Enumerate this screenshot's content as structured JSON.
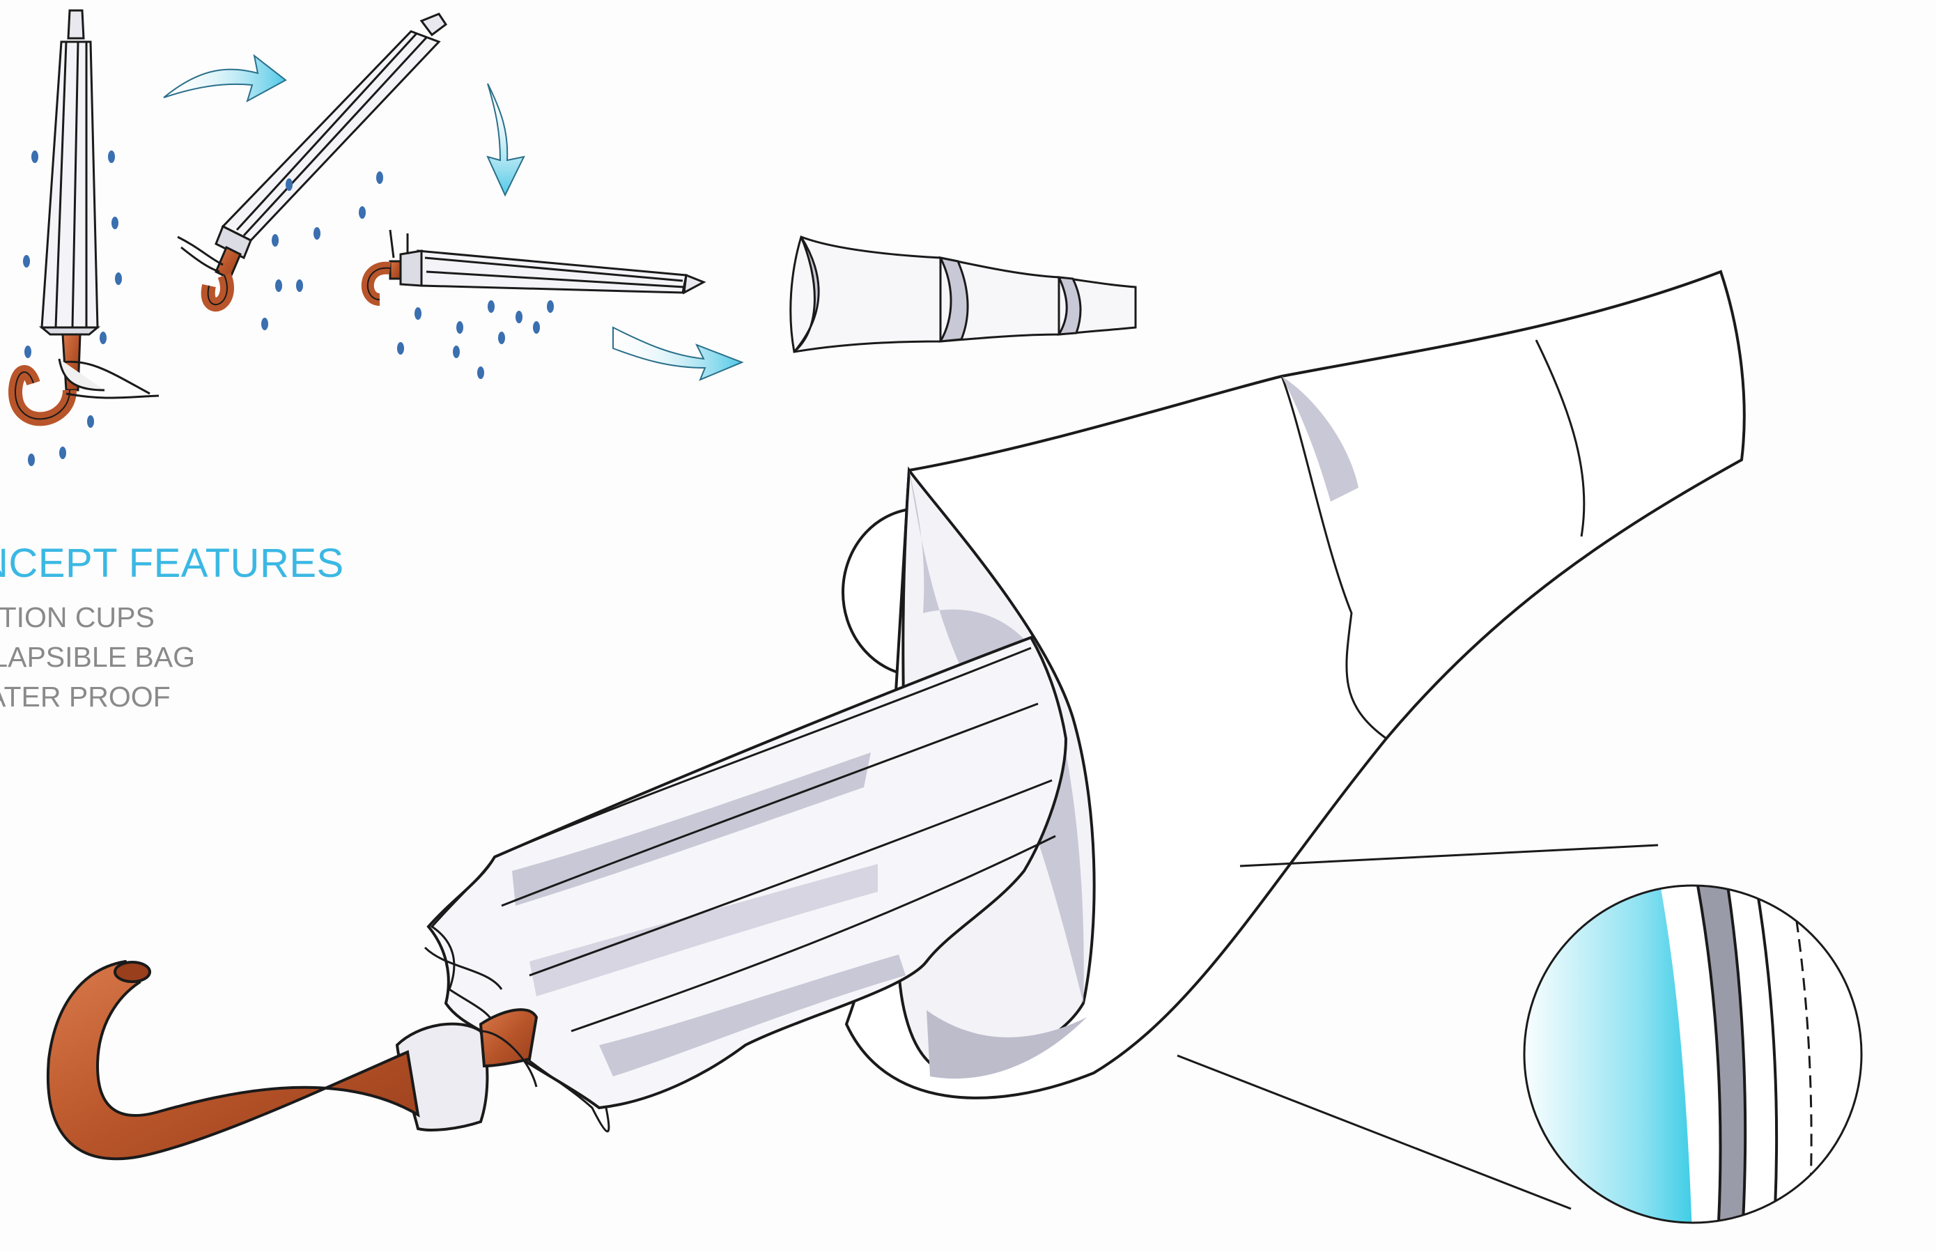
{
  "concept": {
    "heading": "CONCEPT FEATURES",
    "features": [
      "SUCTION CUPS",
      "COLLAPSIBLE BAG",
      "WATER PROOF"
    ]
  },
  "steps": [
    {
      "name": "wet-umbrella",
      "icon": "closed-umbrella-icon"
    },
    {
      "name": "tilt-and-drip",
      "icon": "tilted-umbrella-icon"
    },
    {
      "name": "horizontal-drip",
      "icon": "horizontal-umbrella-icon"
    },
    {
      "name": "collapsed-bag",
      "icon": "collapsed-bag-icon"
    }
  ],
  "colors": {
    "accent": "#3bb8e3",
    "feature_text": "#8a8a8a",
    "handle": "#b8552a",
    "shade": "#c9c8d6",
    "water": "#5ad3ea",
    "stroke": "#1a1a1a"
  }
}
